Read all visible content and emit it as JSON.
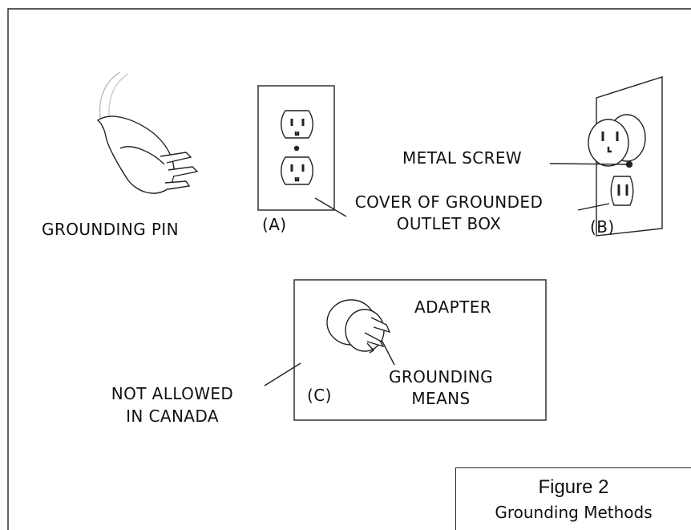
{
  "labels": {
    "grounding_pin": "GROUNDING PIN",
    "a": "(A)",
    "cover_line1": "COVER OF GROUNDED",
    "cover_line2": "OUTLET BOX",
    "metal_screw": "METAL SCREW",
    "b": "(B)",
    "adapter": "ADAPTER",
    "c": "(C)",
    "grounding_means_line1": "GROUNDING",
    "grounding_means_line2": "MEANS",
    "not_allowed_line1": "NOT ALLOWED",
    "not_allowed_line2": "IN CANADA"
  },
  "caption": {
    "title": "Figure 2",
    "subtitle": "Grounding Methods"
  }
}
